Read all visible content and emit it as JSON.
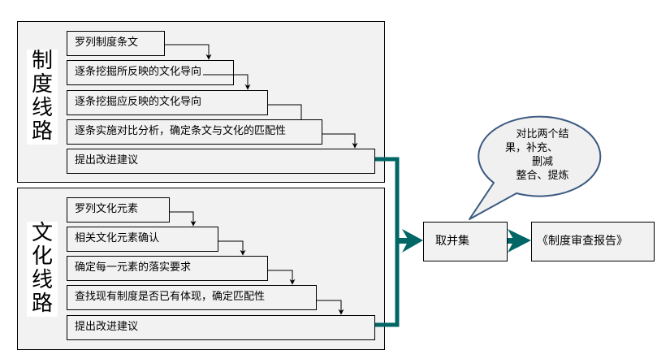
{
  "institution_route": {
    "label": "制度线路",
    "steps": [
      "罗列制度条文",
      "逐条挖掘所反映的文化导向",
      "逐条挖掘应反映的文化导向",
      "逐条实施对比分析，确定条文与文化的匹配性",
      "提出改进建议"
    ]
  },
  "culture_route": {
    "label": "文化线路",
    "steps": [
      "罗列文化元素",
      "相关文化元素确认",
      "确定每一元素的落实要求",
      "查找现有制度是否已有体现，确定匹配性",
      "提出改进建议"
    ]
  },
  "merge_box": "取并集",
  "report_box": "《制度审查报告》",
  "callout": {
    "lines": [
      "对比两个结",
      "果，补充、",
      "删减",
      "整合、提炼"
    ]
  },
  "colors": {
    "connector": "#006666",
    "panel_fill": "#f2f2f2",
    "callout_border": "#3c5a82"
  }
}
